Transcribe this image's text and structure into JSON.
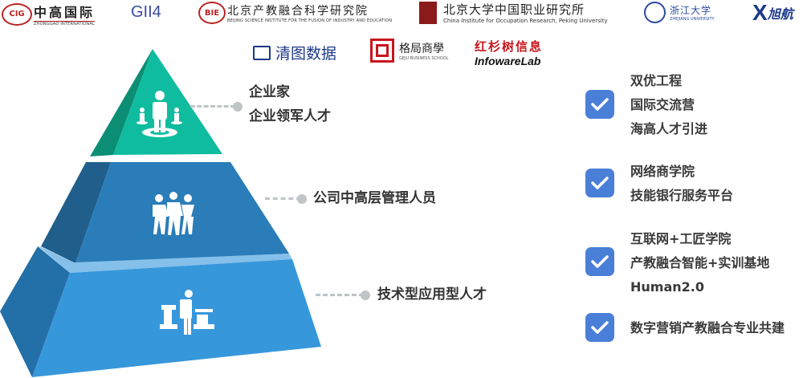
{
  "logos": {
    "cig": {
      "mark": "CIG",
      "name": "中高国际",
      "sub": "ZHONGGAO INTERNATIONAL"
    },
    "gii4": {
      "name": "GII4"
    },
    "bie": {
      "mark": "BIE",
      "name": "北京产教融合科学研究院",
      "sub": "BEIJING SCIENCE INSTITUTE FOR THE FUSION OF INDUSTRY AND EDUCATION"
    },
    "pku": {
      "name": "北京大学中国职业研究所",
      "sub": "China Institute for Occupation Research, Peking University"
    },
    "zju": {
      "name": "浙江大学",
      "sub": "ZHEJIANG UNIVERSITY"
    },
    "xuhang": {
      "mark": "X",
      "name": "旭航"
    },
    "qingtu": {
      "name": "清图数据"
    },
    "geju": {
      "name": "格局商學",
      "sub": "GEJU BUSINESS SCHOOL"
    },
    "infoware": {
      "name": "红杉树信息",
      "sub": "InfowareLab"
    }
  },
  "pyramid": {
    "tiers": [
      {
        "lines": [
          "企业家",
          "企业领军人才"
        ],
        "icon": "leader-icon",
        "color": "#10bc9f"
      },
      {
        "lines": [
          "公司中高层管理人员"
        ],
        "icon": "team-icon",
        "color": "#2a7db8"
      },
      {
        "lines": [
          "技术型应用型人才"
        ],
        "icon": "technician-icon",
        "color": "#3797db"
      }
    ]
  },
  "checklist": [
    {
      "lines": [
        "双优工程",
        "国际交流营",
        "海高人才引进"
      ]
    },
    {
      "lines": [
        "网络商学院",
        "技能银行服务平台"
      ]
    },
    {
      "lines": [
        "互联网+工匠学院",
        "产教融合智能+实训基地",
        "Human2.0"
      ]
    },
    {
      "lines": [
        "数字营销产教融合专业共建"
      ]
    }
  ],
  "colors": {
    "check": "#4a7fd8",
    "accent_red": "#c8161d",
    "navy": "#1d3a8a"
  }
}
